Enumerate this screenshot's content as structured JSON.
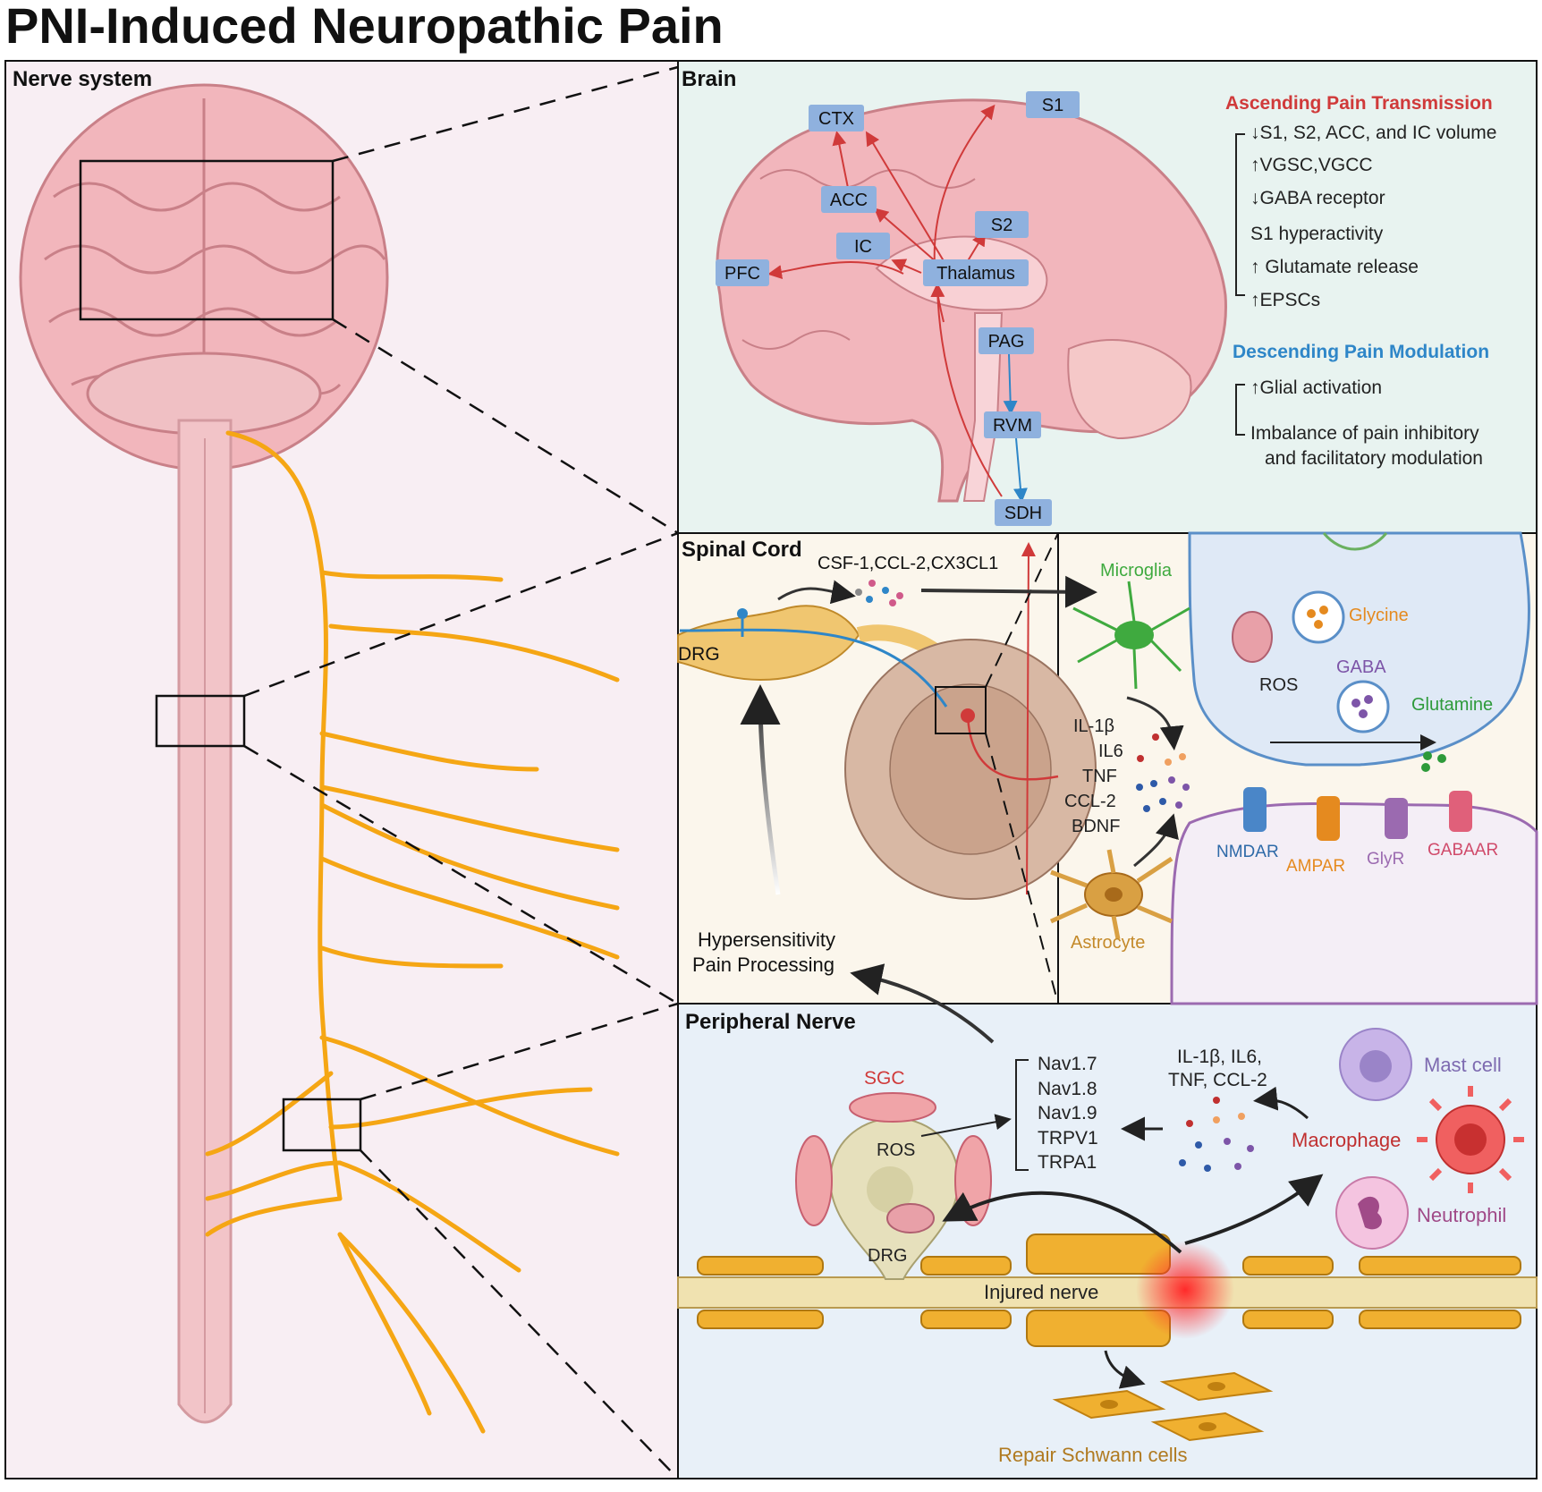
{
  "title": "PNI-Induced Neuropathic Pain",
  "panels": {
    "nerve_system": "Nerve system",
    "brain": "Brain",
    "spinal_cord": "Spinal Cord",
    "peripheral_nerve": "Peripheral Nerve"
  },
  "brain": {
    "regions": [
      "CTX",
      "S1",
      "ACC",
      "S2",
      "IC",
      "PFC",
      "Thalamus",
      "PAG",
      "RVM",
      "SDH"
    ],
    "ascending_title": "Ascending Pain Transmission",
    "ascending_items": [
      "↓S1, S2, ACC, and IC volume",
      "↑VGSC,VGCC",
      "↓GABA receptor",
      "S1 hyperactivity",
      "↑ Glutamate release",
      "↑EPSCs"
    ],
    "descending_title": "Descending Pain Modulation",
    "descending_items": [
      "↑Glial activation",
      "Imbalance of pain inhibitory",
      "and facilitatory modulation"
    ]
  },
  "spinal": {
    "chemokines": "CSF-1,CCL-2,CX3CL1",
    "drg": "DRG",
    "hypersensitivity_1": "Hypersensitivity",
    "hypersensitivity_2": "Pain Processing",
    "microglia": "Microglia",
    "astrocyte": "Astrocyte",
    "cytokines": [
      "IL-1β",
      "IL6",
      "TNF",
      "CCL-2",
      "BDNF"
    ],
    "ros": "ROS",
    "glycine": "Glycine",
    "gaba": "GABA",
    "glutamine": "Glutamine",
    "receptors": [
      "NMDAR",
      "AMPAR",
      "GlyR",
      "GABAAR"
    ]
  },
  "peripheral": {
    "sgc": "SGC",
    "ros": "ROS",
    "drg": "DRG",
    "channels": [
      "Nav1.7",
      "Nav1.8",
      "Nav1.9",
      "TRPV1",
      "TRPA1"
    ],
    "cytokines_1": "IL-1β, IL6,",
    "cytokines_2": "TNF, CCL-2",
    "mast_cell": "Mast cell",
    "macrophage": "Macrophage",
    "neutrophil": "Neutrophil",
    "injured_nerve": "Injured nerve",
    "schwann": "Repair Schwann cells"
  },
  "colors": {
    "ascending": "#d03a3a",
    "descending": "#2e86c8",
    "nerve": "#f5a614",
    "brain_fill": "#f2b6bc",
    "label_box": "#8fb1de",
    "microglia": "#3faa3f",
    "astrocyte": "#c48a2a",
    "glycine": "#e58a1f",
    "gaba": "#7d55a8",
    "glutamine": "#2d9a3a"
  }
}
